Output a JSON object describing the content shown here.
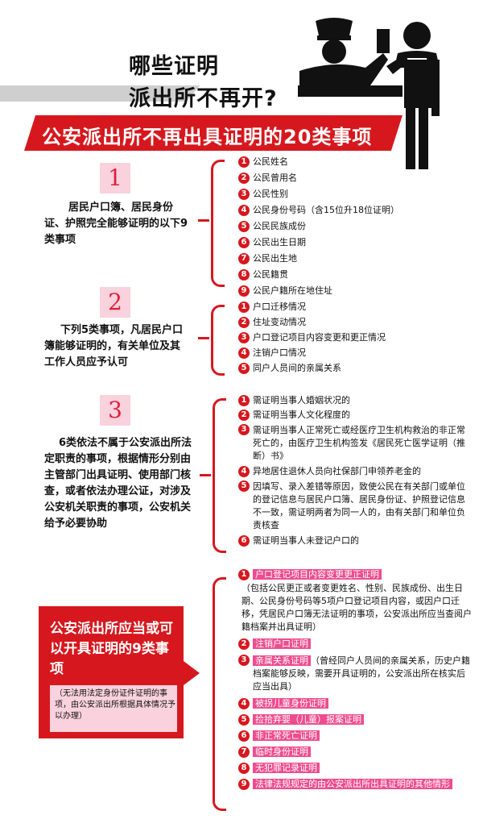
{
  "header": {
    "title_line1": "哪些证明",
    "title_line2": "派出所不再开?",
    "banner": "公安派出所不再出具证明的20类事项"
  },
  "section1": {
    "number": "1",
    "desc": "居民户口簿、居民身份证、护照完全能够证明的以下9类事项",
    "items": [
      {
        "n": "1",
        "text": "公民姓名"
      },
      {
        "n": "2",
        "text": "公民曾用名"
      },
      {
        "n": "3",
        "text": "公民性别"
      },
      {
        "n": "4",
        "text": "公民身份号码（含15位升18位证明）"
      },
      {
        "n": "5",
        "text": "公民民族成份"
      },
      {
        "n": "6",
        "text": "公民出生日期"
      },
      {
        "n": "7",
        "text": "公民出生地"
      },
      {
        "n": "8",
        "text": "公民籍贯"
      },
      {
        "n": "9",
        "text": "公民户籍所在地住址"
      }
    ]
  },
  "section2": {
    "number": "2",
    "desc": "下列5类事项，凡居民户口簿能够证明的，有关单位及其工作人员应予认可",
    "items": [
      {
        "n": "1",
        "text": "户口迁移情况"
      },
      {
        "n": "2",
        "text": "住址变动情况"
      },
      {
        "n": "3",
        "text": "户口登记项目内容变更和更正情况"
      },
      {
        "n": "4",
        "text": "注销户口情况"
      },
      {
        "n": "5",
        "text": "同户人员间的亲属关系"
      }
    ]
  },
  "section3": {
    "number": "3",
    "desc": "6类依法不属于公安派出所法定职责的事项，根据情形分别由主管部门出具证明、使用部门核查，或者依法办理公证，对涉及公安机关职责的事项，公安机关给予必要协助",
    "items": [
      {
        "n": "1",
        "text": "需证明当事人婚姻状况的"
      },
      {
        "n": "2",
        "text": "需证明当事人文化程度的"
      },
      {
        "n": "3",
        "text": "需证明当事人正常死亡或经医疗卫生机构救治的非正常死亡的，由医疗卫生机构签发《居民死亡医学证明（推断）书》"
      },
      {
        "n": "4",
        "text": "异地居住退休人员向社保部门申领养老金的"
      },
      {
        "n": "5",
        "text": "因填写、录入差错等原因，致使公民在有关部门或单位的登记信息与居民户口簿、居民身份证、护照登记信息不一致，需证明两者为同一人的，由有关部门和单位负责核查"
      },
      {
        "n": "6",
        "text": "需证明当事人未登记户口的"
      }
    ]
  },
  "section4": {
    "title": "公安派出所应当或可以开具证明的9类事项",
    "note": "（无法用法定身份证件证明的事项，由公安派出所根据具体情况予以办理）",
    "items": [
      {
        "n": "1",
        "text": "户口登记项目内容变更更正证明",
        "extra": "（包括公民更正或者变更姓名、性别、民族成份、出生日期、公民身份号码等5项户口登记项目内容，或因户口迁移，凭居民户口簿无法证明的事项，公安派出所应当查阅户籍档案并出具证明）"
      },
      {
        "n": "2",
        "text": "注销户口证明"
      },
      {
        "n": "3",
        "text": "亲属关系证明",
        "extra": "（曾经同户人员间的亲属关系，历史户籍档案能够反映，需要开具证明的，公安派出所在核实后应当出具）"
      },
      {
        "n": "4",
        "text": "被拐儿童身份证明"
      },
      {
        "n": "5",
        "text": "捡拾弃婴（儿童）报案证明"
      },
      {
        "n": "6",
        "text": "非正常死亡证明"
      },
      {
        "n": "7",
        "text": "临时身份证明"
      },
      {
        "n": "8",
        "text": "无犯罪记录证明"
      },
      {
        "n": "9",
        "text": "法律法规规定的由公安派出所出具证明的其他情形"
      }
    ]
  },
  "colors": {
    "red": "#d6181e",
    "pink": "#ee4c8e",
    "light_pink": "#f9d2dd"
  }
}
